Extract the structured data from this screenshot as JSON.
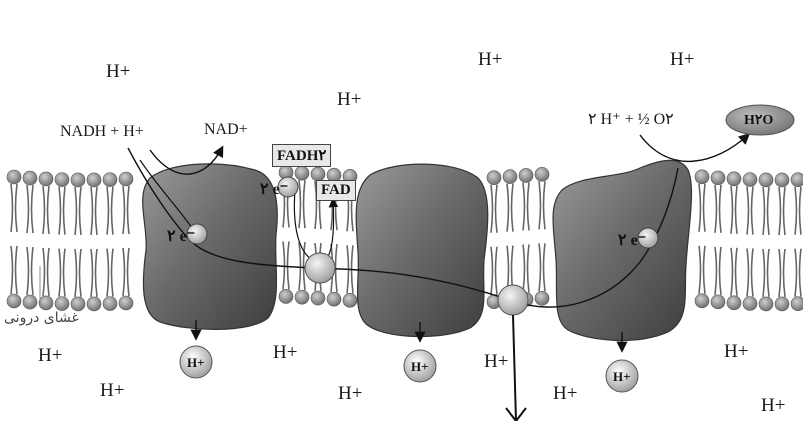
{
  "labels": {
    "h_plus": "H+",
    "nadh_reaction": "NADH + H+",
    "nad_plus": "NAD+",
    "fadh2": "FADH۲",
    "fad": "FAD",
    "two_electrons": "۲ e⁻",
    "oxygen_reaction": "۲ H⁺ + ½ O۲",
    "water": "H۲O",
    "inner_membrane": "غشای درونی"
  },
  "colors": {
    "membrane_head": "#8a8a8a",
    "protein": "#6e6e6e",
    "carrier": "#d9d9d9"
  }
}
